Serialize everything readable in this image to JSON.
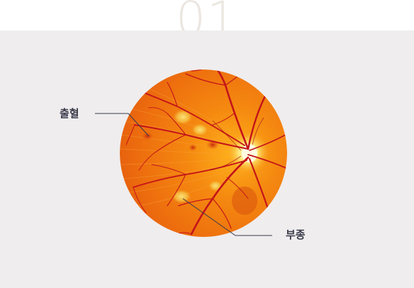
{
  "step": {
    "number": "01"
  },
  "annotations": {
    "hemorrhage": "출혈",
    "edema": "부종"
  },
  "colors": {
    "background_panel": "#efedee",
    "number_color": "#ebe6e0",
    "leader_line": "#3a3a4a",
    "retina_base": "#f07810",
    "vessel": "#c4141a",
    "lesion_yellow": "#f6d24a"
  },
  "icons": {
    "figure": "retina-fundus-illustration"
  }
}
